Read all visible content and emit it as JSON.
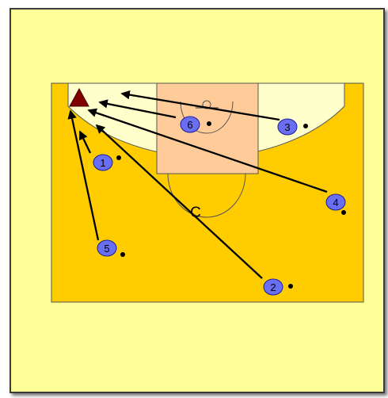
{
  "diagram": {
    "colors": {
      "frame_bg": "#ffff99",
      "court": "#ffcc00",
      "arc_zone": "#ffffcc",
      "paint": "#ffcc99",
      "line": "#555555",
      "player_fill": "#6a6ef2",
      "player_stroke": "#1b1f9a",
      "arrow": "#000000",
      "cone": "#800000"
    },
    "cone": {
      "name": "shooting-spot-cone",
      "shape": "triangle"
    },
    "coach": {
      "label": "C"
    },
    "players": [
      {
        "label": "1"
      },
      {
        "label": "2"
      },
      {
        "label": "3"
      },
      {
        "label": "4"
      },
      {
        "label": "5"
      },
      {
        "label": "6"
      }
    ],
    "cut_paths": [
      {
        "player": "1"
      },
      {
        "player": "2"
      },
      {
        "player": "3"
      },
      {
        "player": "4"
      },
      {
        "player": "5"
      },
      {
        "player": "6"
      }
    ]
  }
}
